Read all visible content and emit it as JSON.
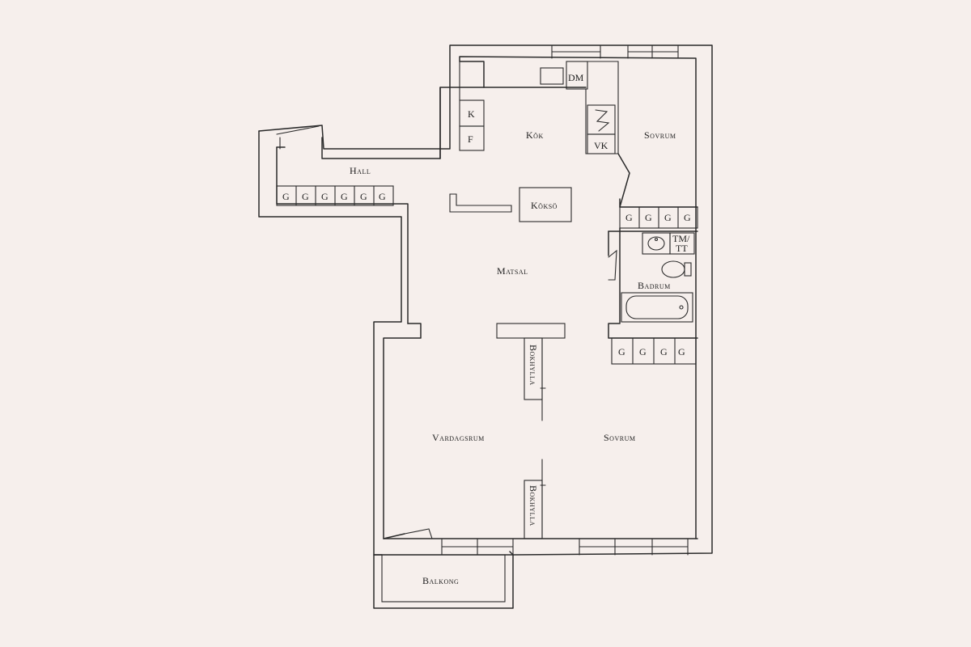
{
  "rooms": {
    "hall": "Hall",
    "kok": "Kök",
    "sovrum_top": "Sovrum",
    "koksoe": "Köksö",
    "matsal": "Matsal",
    "badrum": "Badrum",
    "vardagsrum": "Vardagsrum",
    "sovrum_bottom": "Sovrum",
    "balkong": "Balkong"
  },
  "fixtures": {
    "dm": "DM",
    "k": "K",
    "f": "F",
    "vk": "VK",
    "tm_tt_line1": "TM/",
    "tm_tt_line2": "TT",
    "bokhylla_upper": "Bokhylla",
    "bokhylla_lower": "Bokhylla",
    "wardrobe": "G"
  }
}
